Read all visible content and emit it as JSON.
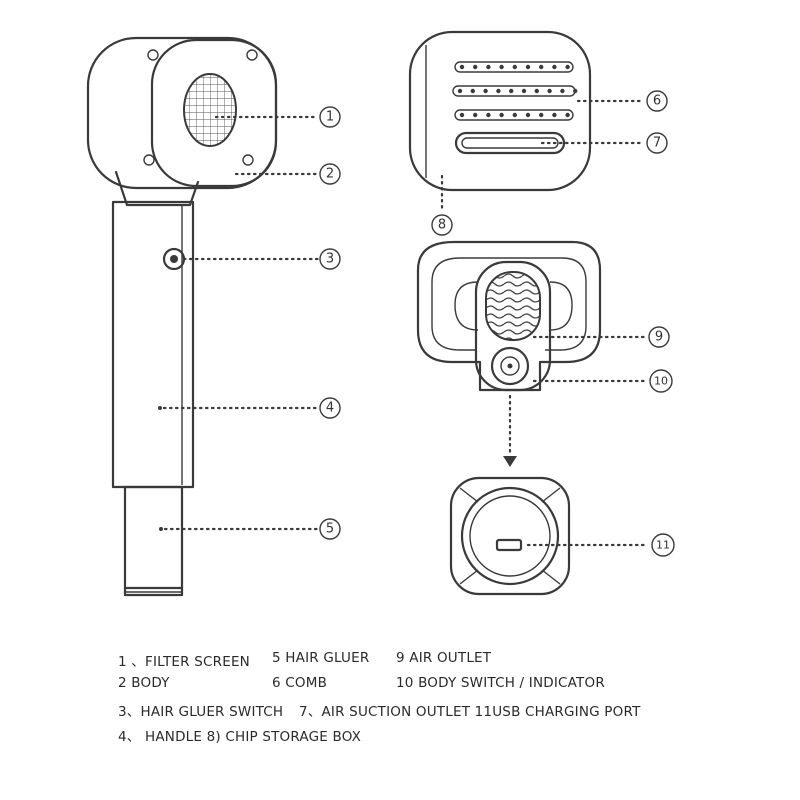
{
  "callouts": [
    "1",
    "2",
    "3",
    "4",
    "5",
    "6",
    "7",
    "8",
    "9",
    "10",
    "11"
  ],
  "legend": {
    "row1": [
      "1 、FILTER SCREEN",
      "5 HAIR GLUER",
      "9 AIR OUTLET"
    ],
    "row2": [
      "2 BODY",
      "6 COMB",
      "10 BODY SWITCH / INDICATOR"
    ],
    "row3": [
      "3、HAIR GLUER SWITCH",
      "7、AIR SUCTION OUTLET 11USB CHARGING PORT"
    ],
    "row4": [
      "4、 HANDLE 8) CHIP STORAGE BOX"
    ]
  },
  "colors": {
    "line": "#3a3a3a",
    "text": "#2a2a2a",
    "background": "#ffffff"
  }
}
